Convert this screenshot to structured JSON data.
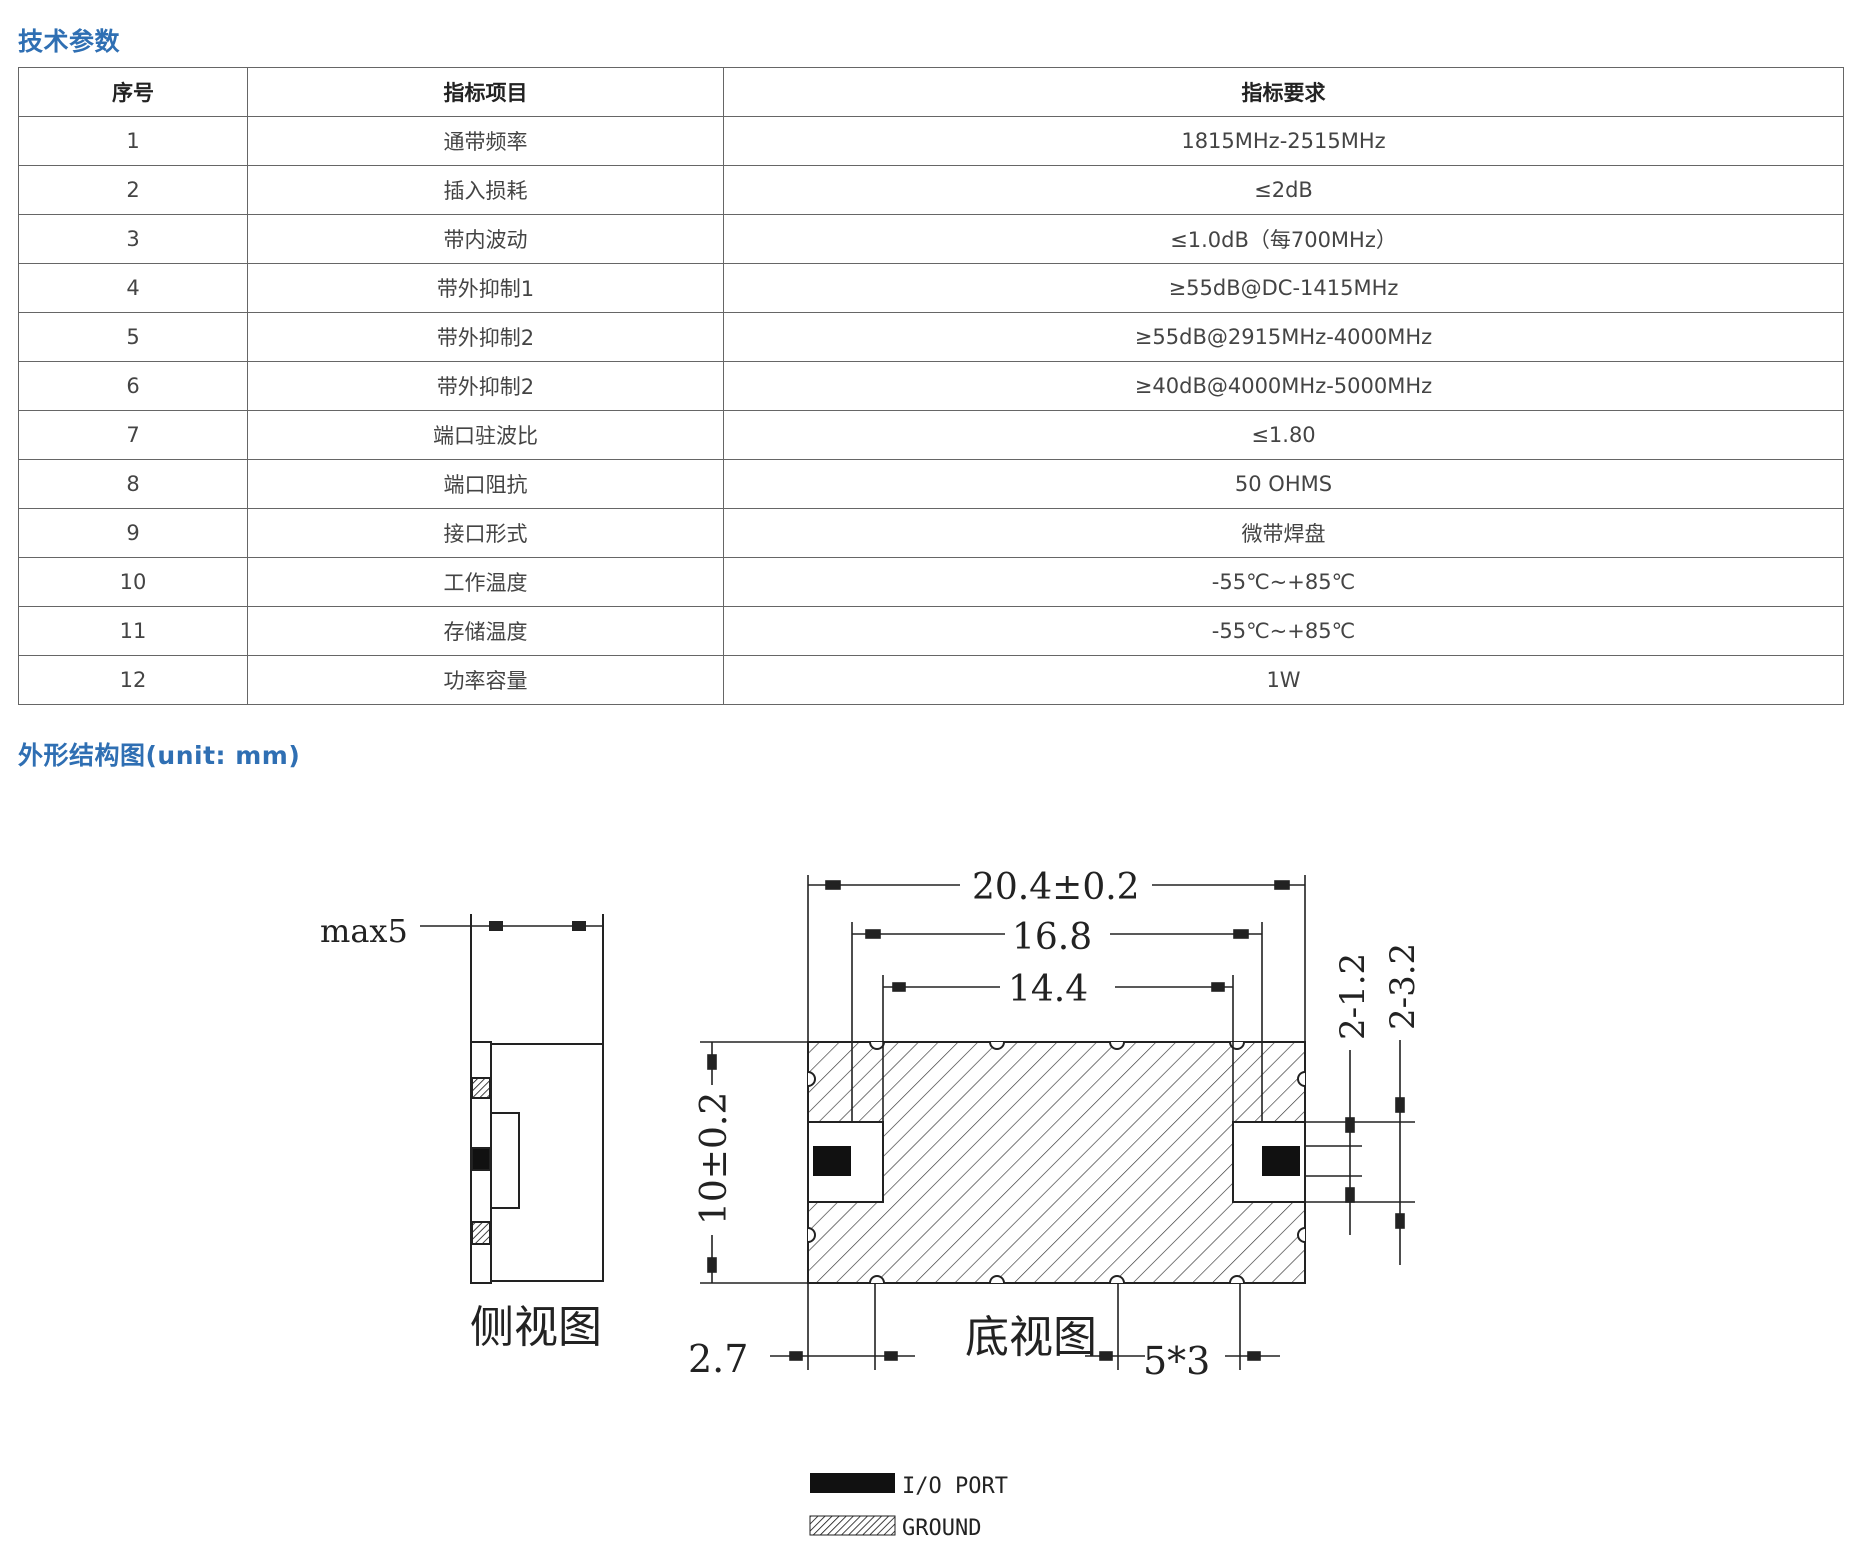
{
  "sections": {
    "specs_title": "技术参数",
    "outline_title": "外形结构图(unit: mm)"
  },
  "table": {
    "headers": [
      "序号",
      "指标项目",
      "指标要求"
    ],
    "rows": [
      [
        "1",
        "通带频率",
        "1815MHz-2515MHz"
      ],
      [
        "2",
        "插入损耗",
        "≤2dB"
      ],
      [
        "3",
        "带内波动",
        "≤1.0dB（每700MHz）"
      ],
      [
        "4",
        "带外抑制1",
        "≥55dB@DC-1415MHz"
      ],
      [
        "5",
        "带外抑制2",
        "≥55dB@2915MHz-4000MHz"
      ],
      [
        "6",
        "带外抑制2",
        "≥40dB@4000MHz-5000MHz"
      ],
      [
        "7",
        "端口驻波比",
        "≤1.80"
      ],
      [
        "8",
        "端口阻抗",
        "50 OHMS"
      ],
      [
        "9",
        "接口形式",
        "微带焊盘"
      ],
      [
        "10",
        "工作温度",
        "-55℃~+85℃"
      ],
      [
        "11",
        "存储温度",
        "-55℃~+85℃"
      ],
      [
        "12",
        "功率容量",
        "1W"
      ]
    ]
  },
  "drawing": {
    "dim_height": "max5",
    "dim_total_width": "20.4±0.2",
    "dim_inner_width": "16.8",
    "dim_pad_span": "14.4",
    "dim_body_height": "10±0.2",
    "dim_pad_small": "2-1.2",
    "dim_pad_large": "2-3.2",
    "dim_edge": "2.7",
    "dim_notch": "5*3",
    "side_view_label": "侧视图",
    "bottom_view_label": "底视图",
    "legend": {
      "io_port": "I/O PORT",
      "ground": "GROUND"
    }
  }
}
